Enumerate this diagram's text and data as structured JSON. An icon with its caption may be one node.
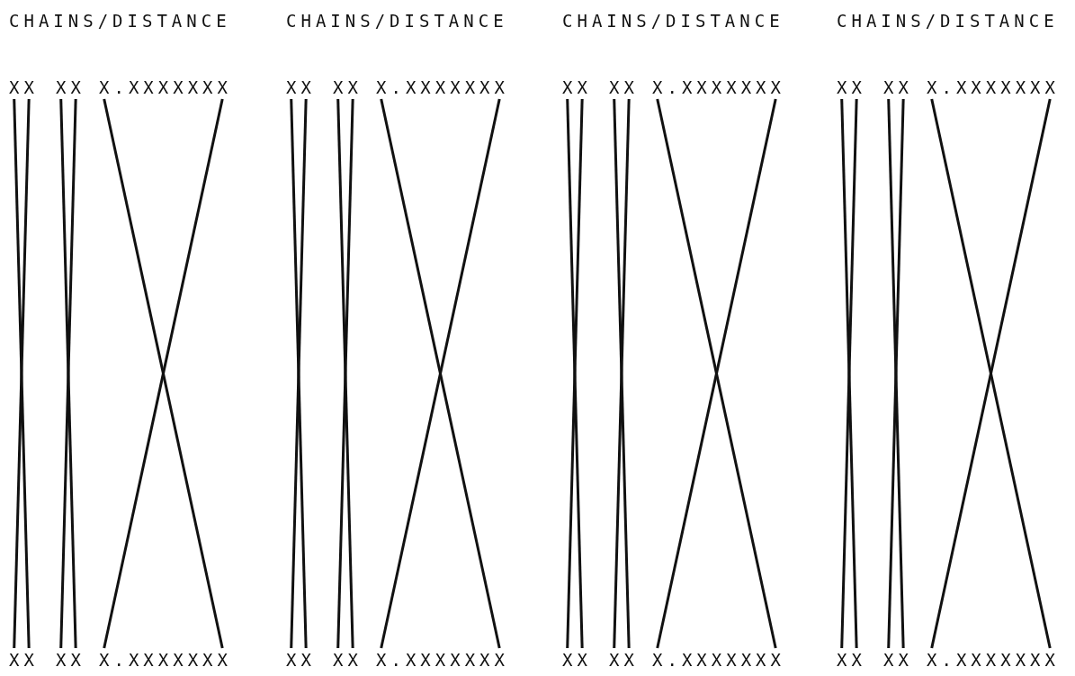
{
  "diagram": {
    "nodes": [
      {
        "text": [
          "XX"
        ]
      },
      {
        "text": [
          "XX"
        ]
      },
      {
        "text": [
          "X.XXXXXXX"
        ]
      },
      {
        "text": [
          "XX"
        ]
      },
      {
        "text": [
          "XX"
        ]
      },
      {
        "text": [
          "X.XXXXXXX"
        ]
      },
      {
        "text": [
          "XX"
        ]
      },
      {
        "text": [
          "XX"
        ]
      },
      {
        "text": [
          "X.XXXXXXX"
        ]
      },
      {
        "text": [
          "XX"
        ]
      },
      {
        "text": [
          "XX"
        ]
      },
      {
        "text": [
          "X.XXXXXXX"
        ]
      },
      {
        "text": [
          "XX"
        ]
      },
      {
        "text": [
          "XX"
        ]
      },
      {
        "text": [
          "X.XXXXXXX"
        ]
      },
      {
        "text": [
          "XX"
        ]
      },
      {
        "text": [
          "XX"
        ]
      },
      {
        "text": [
          "X.XXXXXXX"
        ]
      },
      {
        "text": [
          "XX"
        ]
      },
      {
        "text": [
          "XX"
        ]
      },
      {
        "text": [
          "X.XXXXXXX"
        ]
      },
      {
        "text": [
          "XX"
        ]
      },
      {
        "text": [
          "XX"
        ]
      },
      {
        "text": [
          "X.XXXXXXX"
        ]
      }
    ],
    "edges": [
      {
        "from": 0,
        "to": 12,
        "arrow": "none"
      },
      {
        "from": 0,
        "to": 12,
        "arrow": "none"
      },
      {
        "from": 1,
        "to": 13,
        "arrow": "none"
      },
      {
        "from": 1,
        "to": 13,
        "arrow": "none"
      },
      {
        "from": 2,
        "to": 14,
        "arrow": "none"
      },
      {
        "from": 2,
        "to": 14,
        "arrow": "none"
      },
      {
        "from": 3,
        "to": 15,
        "arrow": "none"
      },
      {
        "from": 3,
        "to": 15,
        "arrow": "none"
      },
      {
        "from": 4,
        "to": 16,
        "arrow": "none"
      },
      {
        "from": 4,
        "to": 16,
        "arrow": "none"
      },
      {
        "from": 5,
        "to": 17,
        "arrow": "none"
      },
      {
        "from": 5,
        "to": 17,
        "arrow": "none"
      },
      {
        "from": 6,
        "to": 18,
        "arrow": "none"
      },
      {
        "from": 6,
        "to": 18,
        "arrow": "none"
      },
      {
        "from": 7,
        "to": 19,
        "arrow": "none"
      },
      {
        "from": 7,
        "to": 19,
        "arrow": "none"
      },
      {
        "from": 8,
        "to": 20,
        "arrow": "none"
      },
      {
        "from": 8,
        "to": 20,
        "arrow": "none"
      },
      {
        "from": 9,
        "to": 21,
        "arrow": "none"
      },
      {
        "from": 9,
        "to": 21,
        "arrow": "none"
      },
      {
        "from": 10,
        "to": 22,
        "arrow": "none"
      },
      {
        "from": 10,
        "to": 22,
        "arrow": "none"
      },
      {
        "from": 11,
        "to": 23,
        "arrow": "none"
      },
      {
        "from": 11,
        "to": 23,
        "arrow": "none"
      }
    ],
    "labels": [
      "CHAINS/DISTANCE",
      "CHAINS/DISTANCE",
      "CHAINS/DISTANCE",
      "CHAINS/DISTANCE"
    ]
  }
}
